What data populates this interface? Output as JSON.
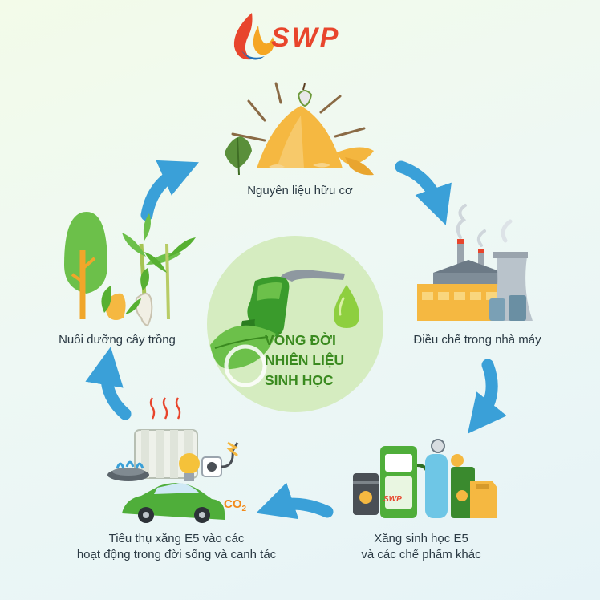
{
  "brand": {
    "name": "SWP",
    "logo_icon": "flame-logo-icon"
  },
  "center": {
    "title_lines": [
      "VÒNG ĐỜI",
      "NHIÊN LIỆU",
      "SINH HỌC"
    ],
    "icon": "fuel-nozzle-leaf-icon",
    "colors": {
      "circle": "#d5ecc0",
      "text": "#3a8a1f"
    }
  },
  "stages": [
    {
      "label": "Nguyên liệu hữu cơ",
      "icon": "organic-material-pile-icon"
    },
    {
      "label": "Điều chế trong nhà máy",
      "icon": "factory-icon"
    },
    {
      "label_lines": [
        "Xăng sinh học E5",
        "và các chế phẩm khác"
      ],
      "icon": "fuel-pump-barrels-icon",
      "pump_logo": "SWP"
    },
    {
      "label_lines": [
        "Tiêu thụ xăng E5 vào các",
        "hoạt động trong đời sống và canh tác"
      ],
      "icon": "car-stove-lightbulb-icon",
      "co2_main": "CO",
      "co2_sub": "2"
    },
    {
      "label": "Nuôi dưỡng cây trồng",
      "icon": "trees-crops-icon"
    }
  ],
  "colors": {
    "arrow": "#3aa0d8",
    "accent": "#e8452c",
    "leaf": "#57b032"
  }
}
